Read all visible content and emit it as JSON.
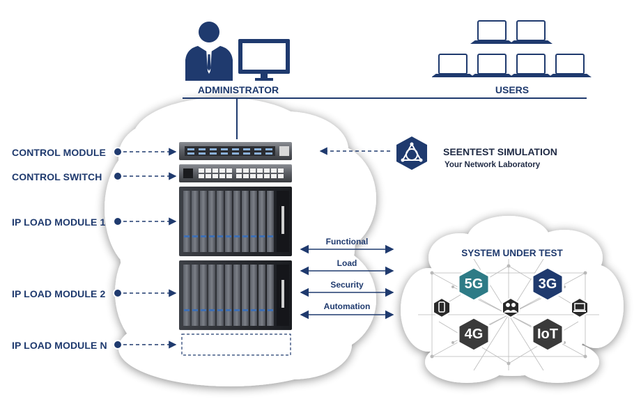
{
  "header": {
    "administrator_label": "ADMINISTRATOR",
    "users_label": "USERS"
  },
  "rack_labels": [
    "CONTROL MODULE",
    "CONTROL SWITCH",
    "IP LOAD MODULE 1",
    "IP LOAD MODULE 2",
    "IP LOAD MODULE N"
  ],
  "simulation": {
    "title": "SEENTEST SIMULATION",
    "subtitle": "Your Network Laboratory"
  },
  "traffic_types": [
    "Functional",
    "Load",
    "Security",
    "Automation"
  ],
  "sut": {
    "title": "SYSTEM UNDER TEST",
    "nodes": [
      "5G",
      "3G",
      "4G",
      "IoT"
    ]
  },
  "icons": {
    "administrator": "user-with-monitor-icon",
    "users": "laptop-icon",
    "simulation": "seentest-logo-icon",
    "phone": "smartphone-icon",
    "group": "user-group-icon",
    "laptop": "laptop-icon"
  },
  "colors": {
    "navy": "#1f3a6e",
    "teal": "#2e7b86",
    "dark_gray": "#3a3a3a",
    "cloud": "#ffffff"
  }
}
